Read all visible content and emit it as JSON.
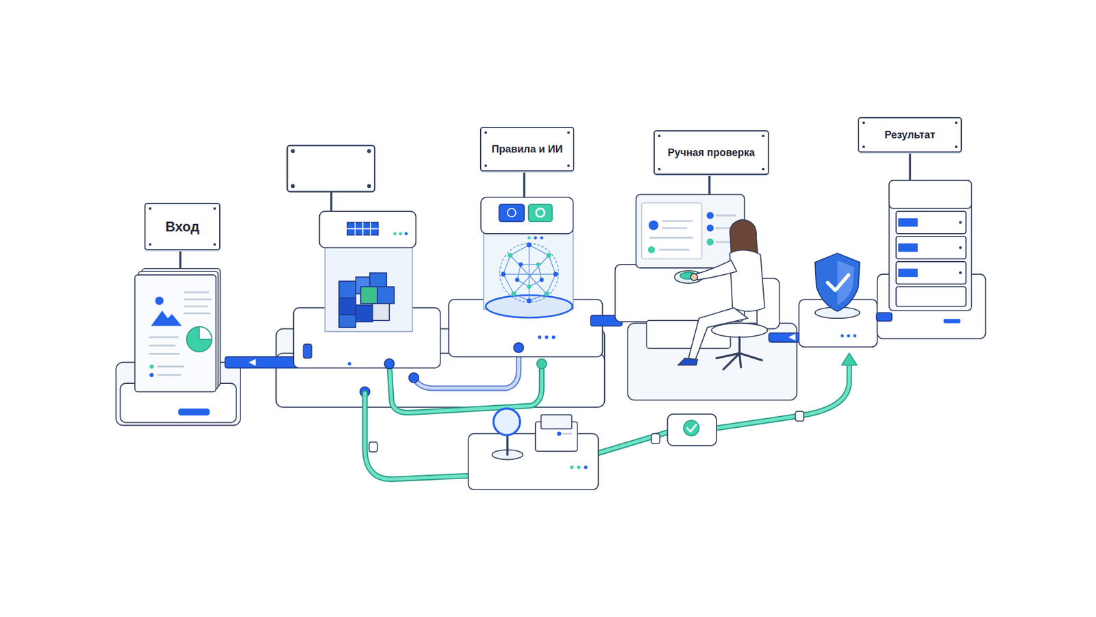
{
  "diagram": {
    "nodes": [
      {
        "text": [
          "Вход"
        ]
      },
      {
        "text": [
          "Правила и ИИ"
        ]
      },
      {
        "text": [
          "Ручная проверка"
        ]
      },
      {
        "text": [
          "Результат"
        ]
      }
    ]
  }
}
